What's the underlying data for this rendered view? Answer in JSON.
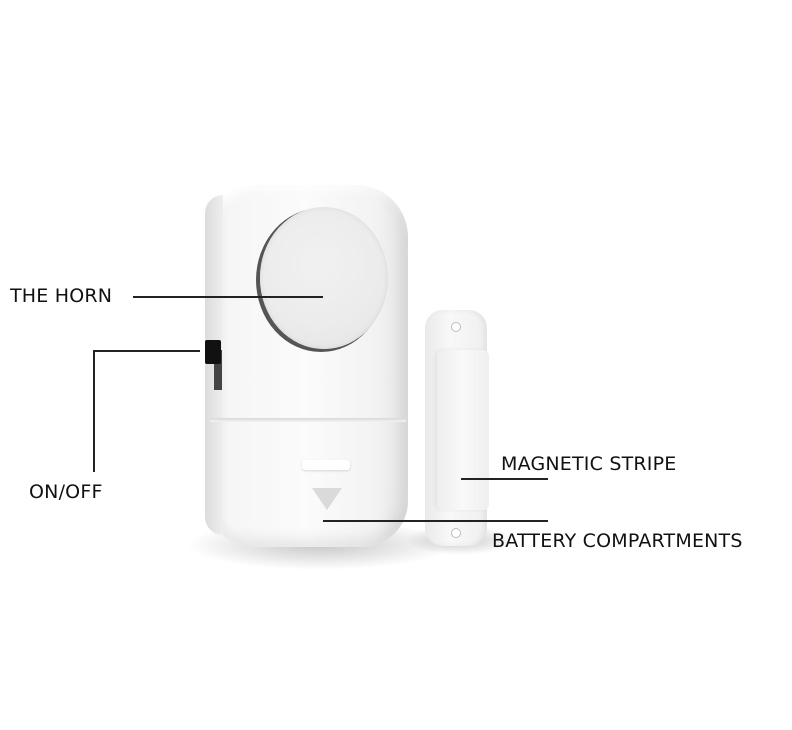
{
  "image": {
    "subject": "door/window magnetic alarm",
    "background_color": "#ffffff",
    "device_color": "#f2f2f2",
    "leader_line_color": "#222222"
  },
  "labels": {
    "horn": "THE HORN",
    "on_off": "ON/OFF",
    "magnetic_stripe": "MAGNETIC STRIPE",
    "battery": "BATTERY COMPARTMENTS"
  }
}
